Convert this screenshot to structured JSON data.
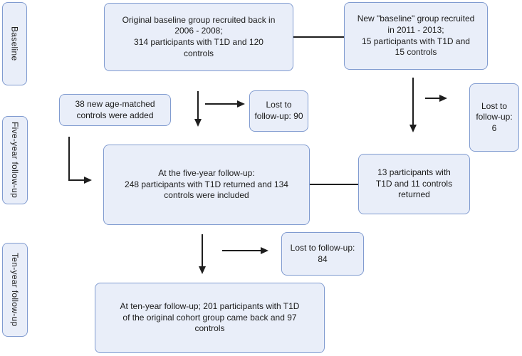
{
  "colors": {
    "box_fill": "#e9eef9",
    "box_border": "#809bd0",
    "text": "#1b1b1b",
    "line": "#1e1e1e"
  },
  "sidebar": {
    "items": [
      {
        "label": "Baseline"
      },
      {
        "label": "Five-year follow-up"
      },
      {
        "label": "Ten-year follow-up"
      }
    ]
  },
  "nodes": {
    "original_baseline": {
      "text": "Original baseline group recruited back in\n2006 - 2008;\n314 participants with T1D and 120\ncontrols"
    },
    "new_baseline": {
      "text": "New \"baseline\" group recruited\nin 2011 - 2013;\n15 participants with T1D and\n15 controls"
    },
    "new_controls_added": {
      "text": "38 new age-matched\ncontrols were added"
    },
    "lost_followup_90": {
      "text": "Lost to\nfollow-up: 90"
    },
    "lost_followup_6": {
      "text": "Lost to\nfollow-up:\n6"
    },
    "five_year_followup": {
      "text": "At the five-year follow-up:\n248 participants with T1D returned and 134\ncontrols were included"
    },
    "returned_13": {
      "text": "13 participants with\nT1D and 11 controls\nreturned"
    },
    "lost_followup_84": {
      "text": "Lost to follow-up:\n84"
    },
    "ten_year_followup": {
      "text": "At ten-year follow-up; 201 participants with T1D\nof the original cohort group came back and 97\ncontrols"
    }
  }
}
